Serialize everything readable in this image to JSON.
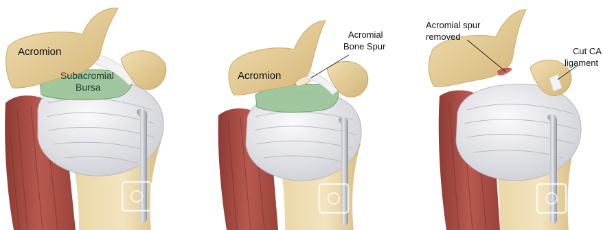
{
  "panels": [
    {
      "labels": {
        "acromion": "Acromion",
        "bursa_line1": "Subacromial",
        "bursa_line2": "Bursa"
      }
    },
    {
      "labels": {
        "acromion": "Acromion",
        "spur_line1": "Acromial",
        "spur_line2": "Bone Spur"
      }
    },
    {
      "labels": {
        "spur_line1": "Acromial spur",
        "spur_line2": "removed",
        "lig_line1": "Cut CA",
        "lig_line2": "ligament"
      }
    }
  ],
  "colors": {
    "bone": "#e6cf9a",
    "bone_shadow": "#c8a96a",
    "humeral_head": "#ececf0",
    "muscle": "#a8463e",
    "bursa": "#9cc59a",
    "ligament": "#f2f2f2",
    "instrument": "#b9bcc2"
  }
}
